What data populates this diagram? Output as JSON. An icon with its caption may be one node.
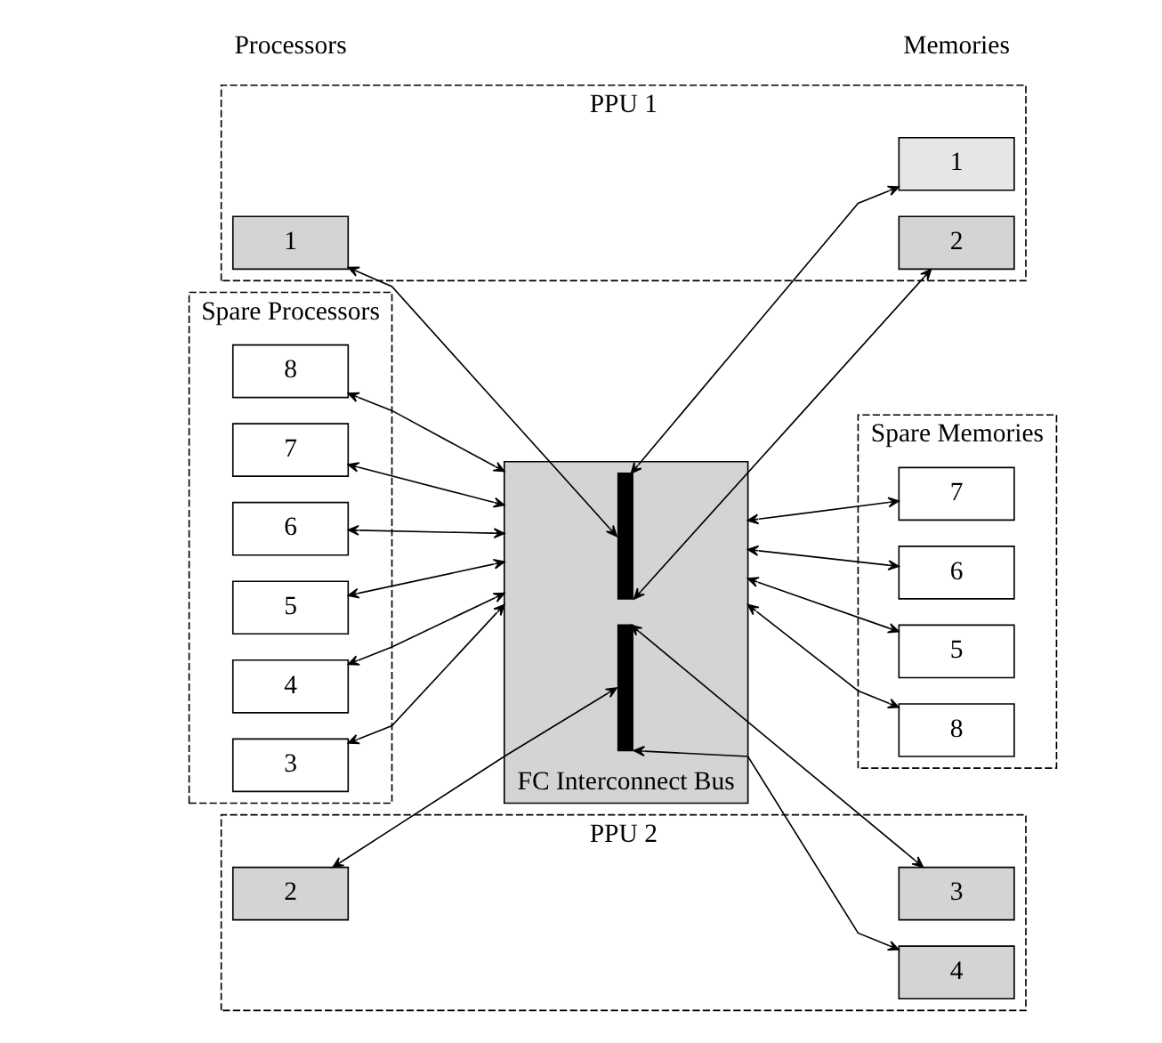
{
  "diagram": {
    "nodes": [
      {
        "text": [
          "PPU 1"
        ]
      },
      {
        "text": [
          "1"
        ],
        "in": 0
      },
      {
        "text": [
          "FC Interconnect Bus"
        ]
      },
      {
        "text": [],
        "shape": "bar",
        "in": 2
      },
      {
        "text": [
          "1"
        ],
        "in": 0
      },
      {
        "text": [
          "2"
        ],
        "in": 0
      },
      {
        "text": [
          "PPU 2"
        ]
      },
      {
        "text": [
          "2"
        ],
        "in": 6
      },
      {
        "text": [],
        "shape": "bar",
        "in": 2
      },
      {
        "text": [
          "3"
        ],
        "in": 6
      },
      {
        "text": [
          "4"
        ],
        "in": 6
      },
      {
        "text": [
          "Spare Processors"
        ]
      },
      {
        "text": [
          "3"
        ],
        "in": 11
      },
      {
        "text": [
          "4"
        ],
        "in": 11
      },
      {
        "text": [
          "5"
        ],
        "in": 11
      },
      {
        "text": [
          "6"
        ],
        "in": 11
      },
      {
        "text": [
          "7"
        ],
        "in": 11
      },
      {
        "text": [
          "8"
        ],
        "in": 11
      },
      {
        "text": [
          "Spare Memories"
        ]
      },
      {
        "text": [
          "5"
        ],
        "in": 18
      },
      {
        "text": [
          "6"
        ],
        "in": 18
      },
      {
        "text": [
          "7"
        ],
        "in": 18
      },
      {
        "text": [
          "8"
        ],
        "in": 18
      }
    ],
    "edges": [
      {
        "from": 1,
        "to": 3,
        "arrow": "both"
      },
      {
        "from": 3,
        "to": 4,
        "arrow": "both"
      },
      {
        "from": 3,
        "to": 5,
        "arrow": "both"
      },
      {
        "from": 7,
        "to": 8,
        "arrow": "both"
      },
      {
        "from": 8,
        "to": 9,
        "arrow": "both"
      },
      {
        "from": 8,
        "to": 10,
        "arrow": "both"
      },
      {
        "from": 12,
        "to": 2,
        "arrow": "both"
      },
      {
        "from": 13,
        "to": 2,
        "arrow": "both"
      },
      {
        "from": 14,
        "to": 2,
        "arrow": "both"
      },
      {
        "from": 15,
        "to": 2,
        "arrow": "both"
      },
      {
        "from": 16,
        "to": 2,
        "arrow": "both"
      },
      {
        "from": 17,
        "to": 2,
        "arrow": "both"
      },
      {
        "from": 2,
        "to": 19,
        "arrow": "both"
      },
      {
        "from": 2,
        "to": 20,
        "arrow": "both"
      },
      {
        "from": 2,
        "to": 21,
        "arrow": "both"
      },
      {
        "from": 2,
        "to": 22,
        "arrow": "both"
      }
    ],
    "labels": [
      "Processors",
      "Memories"
    ]
  }
}
